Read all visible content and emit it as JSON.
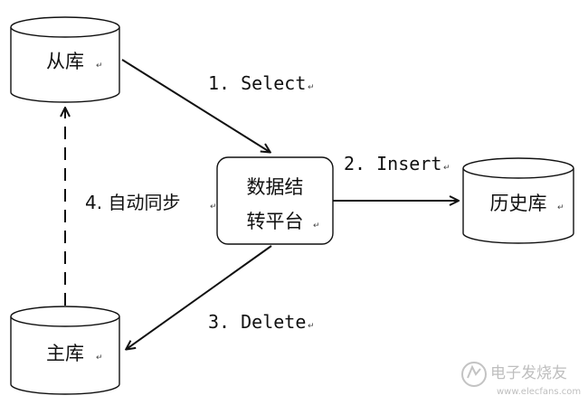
{
  "nodes": {
    "slave_db": {
      "label": "从库"
    },
    "master_db": {
      "label": "主库"
    },
    "history_db": {
      "label": "历史库"
    },
    "platform": {
      "line1": "数据结",
      "line2": "转平台"
    }
  },
  "edges": {
    "select": {
      "label": "1. Select"
    },
    "insert": {
      "label": "2. Insert"
    },
    "delete": {
      "label": "3. Delete"
    },
    "sync": {
      "label": "4. 自动同步"
    }
  },
  "paragraph_mark": "↵",
  "watermark": {
    "text_main": "电子发烧友",
    "text_url": "www.elecfans.com"
  }
}
